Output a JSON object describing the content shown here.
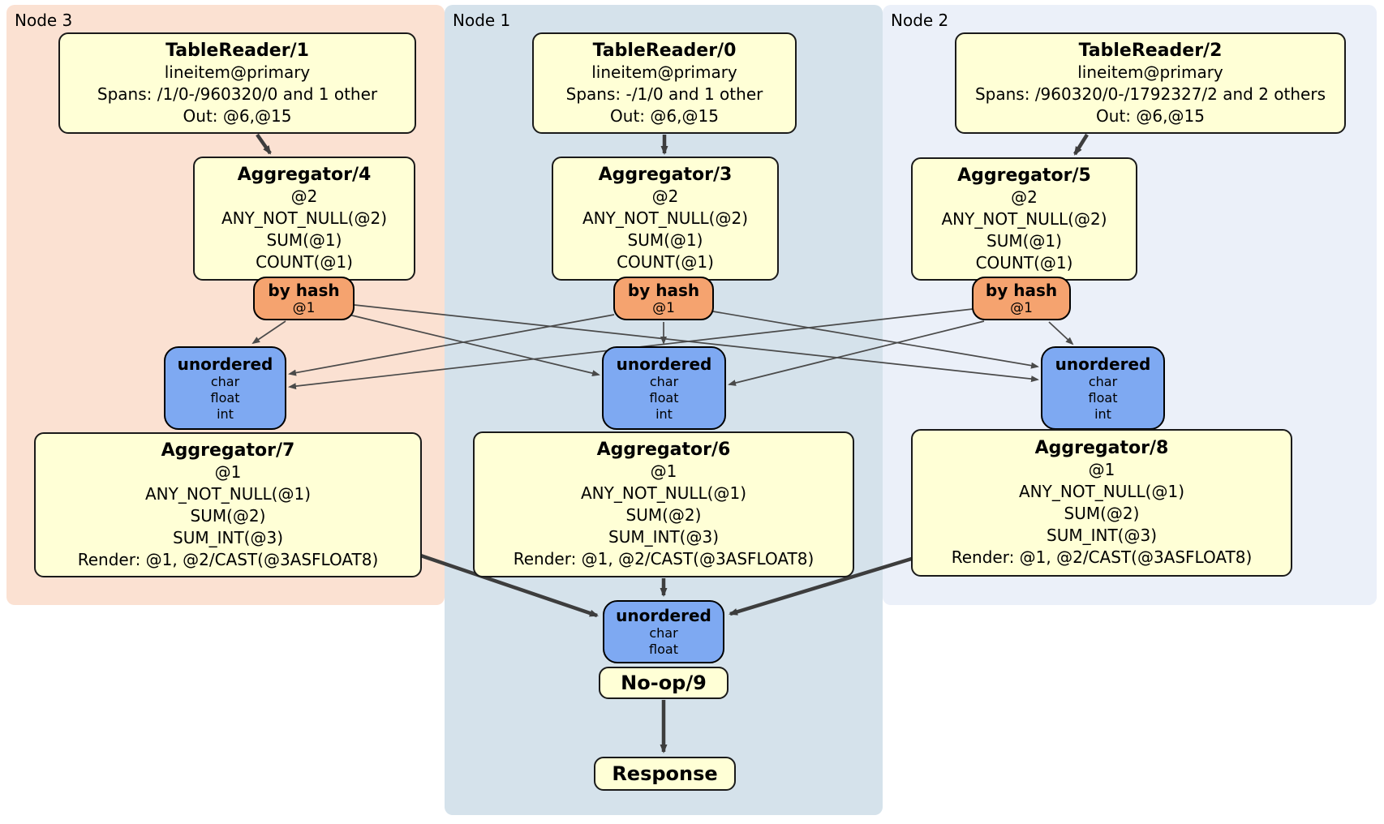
{
  "colors": {
    "node3_region": "#fbe1d2",
    "node1_region": "#d5e2eb",
    "node2_region": "#ebf0f9",
    "processor_box": "#ffffd6",
    "router_box": "#f5a36f",
    "sync_box": "#7ea9f2",
    "edge_thick": "#3d3d3d",
    "edge_thin": "#4a4a4a"
  },
  "regions": [
    {
      "label": "Node 3"
    },
    {
      "label": "Node 1"
    },
    {
      "label": "Node 2"
    }
  ],
  "processors": {
    "tr1": {
      "title": "TableReader/1",
      "lines": [
        "lineitem@primary",
        "Spans: /1/0-/960320/0 and 1 other",
        "Out: @6,@15"
      ]
    },
    "tr0": {
      "title": "TableReader/0",
      "lines": [
        "lineitem@primary",
        "Spans: -/1/0 and 1 other",
        "Out: @6,@15"
      ]
    },
    "tr2": {
      "title": "TableReader/2",
      "lines": [
        "lineitem@primary",
        "Spans: /960320/0-/1792327/2 and 2 others",
        "Out: @6,@15"
      ]
    },
    "agg4": {
      "title": "Aggregator/4",
      "lines": [
        "@2",
        "ANY_NOT_NULL(@2)",
        "SUM(@1)",
        "COUNT(@1)"
      ]
    },
    "agg3": {
      "title": "Aggregator/3",
      "lines": [
        "@2",
        "ANY_NOT_NULL(@2)",
        "SUM(@1)",
        "COUNT(@1)"
      ]
    },
    "agg5": {
      "title": "Aggregator/5",
      "lines": [
        "@2",
        "ANY_NOT_NULL(@2)",
        "SUM(@1)",
        "COUNT(@1)"
      ]
    },
    "agg7": {
      "title": "Aggregator/7",
      "lines": [
        "@1",
        "ANY_NOT_NULL(@1)",
        "SUM(@2)",
        "SUM_INT(@3)",
        "Render: @1, @2/CAST(@3ASFLOAT8)"
      ]
    },
    "agg6": {
      "title": "Aggregator/6",
      "lines": [
        "@1",
        "ANY_NOT_NULL(@1)",
        "SUM(@2)",
        "SUM_INT(@3)",
        "Render: @1, @2/CAST(@3ASFLOAT8)"
      ]
    },
    "agg8": {
      "title": "Aggregator/8",
      "lines": [
        "@1",
        "ANY_NOT_NULL(@1)",
        "SUM(@2)",
        "SUM_INT(@3)",
        "Render: @1, @2/CAST(@3ASFLOAT8)"
      ]
    },
    "noop": {
      "title": "No-op/9"
    },
    "response": {
      "title": "Response"
    }
  },
  "routers": {
    "left": {
      "title": "by hash",
      "detail": "@1"
    },
    "middle": {
      "title": "by hash",
      "detail": "@1"
    },
    "right": {
      "title": "by hash",
      "detail": "@1"
    }
  },
  "syncs": {
    "left": {
      "title": "unordered",
      "lines": [
        "char",
        "float",
        "int"
      ]
    },
    "middle": {
      "title": "unordered",
      "lines": [
        "char",
        "float",
        "int"
      ]
    },
    "right": {
      "title": "unordered",
      "lines": [
        "char",
        "float",
        "int"
      ]
    },
    "final": {
      "title": "unordered",
      "lines": [
        "char",
        "float"
      ]
    }
  }
}
